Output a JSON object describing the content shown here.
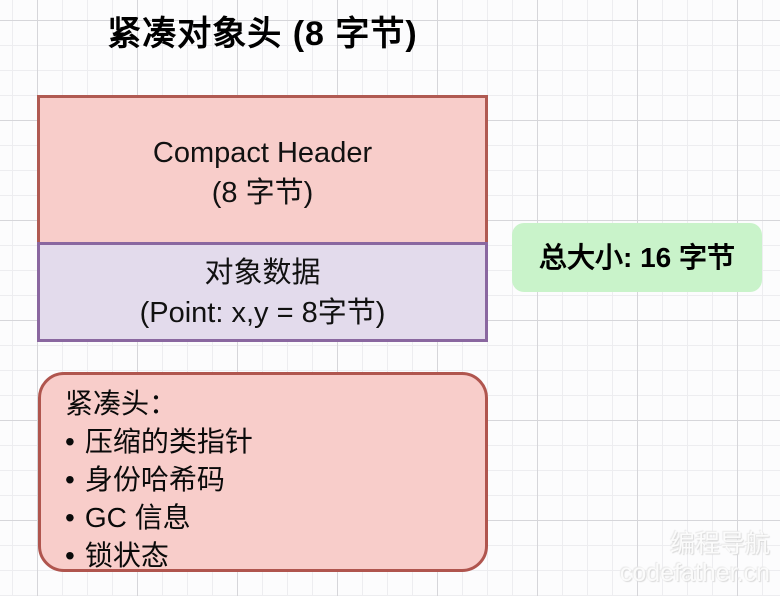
{
  "title": "紧凑对象头 (8 字节)",
  "memory_box": {
    "header_cell": {
      "line1": "Compact Header",
      "line2": "(8 字节)"
    },
    "data_cell": {
      "line1": "对象数据",
      "line2": "(Point: x,y = 8字节)"
    }
  },
  "total_size_badge": "总大小: 16 字节",
  "info_box": {
    "heading": "紧凑头：",
    "bullet": "•",
    "items": [
      "压缩的类指针",
      "身份哈希码",
      "GC 信息",
      "锁状态"
    ]
  },
  "watermark": {
    "brand": "编程导航",
    "url": "codefather.cn"
  },
  "colors": {
    "header_fill": "#f8cdca",
    "header_border": "#b05a52",
    "data_fill": "#e3dbec",
    "data_border": "#8a67a0",
    "badge_fill": "#c9f3ca",
    "info_fill": "#f8cdca",
    "info_border": "#b0554e"
  }
}
